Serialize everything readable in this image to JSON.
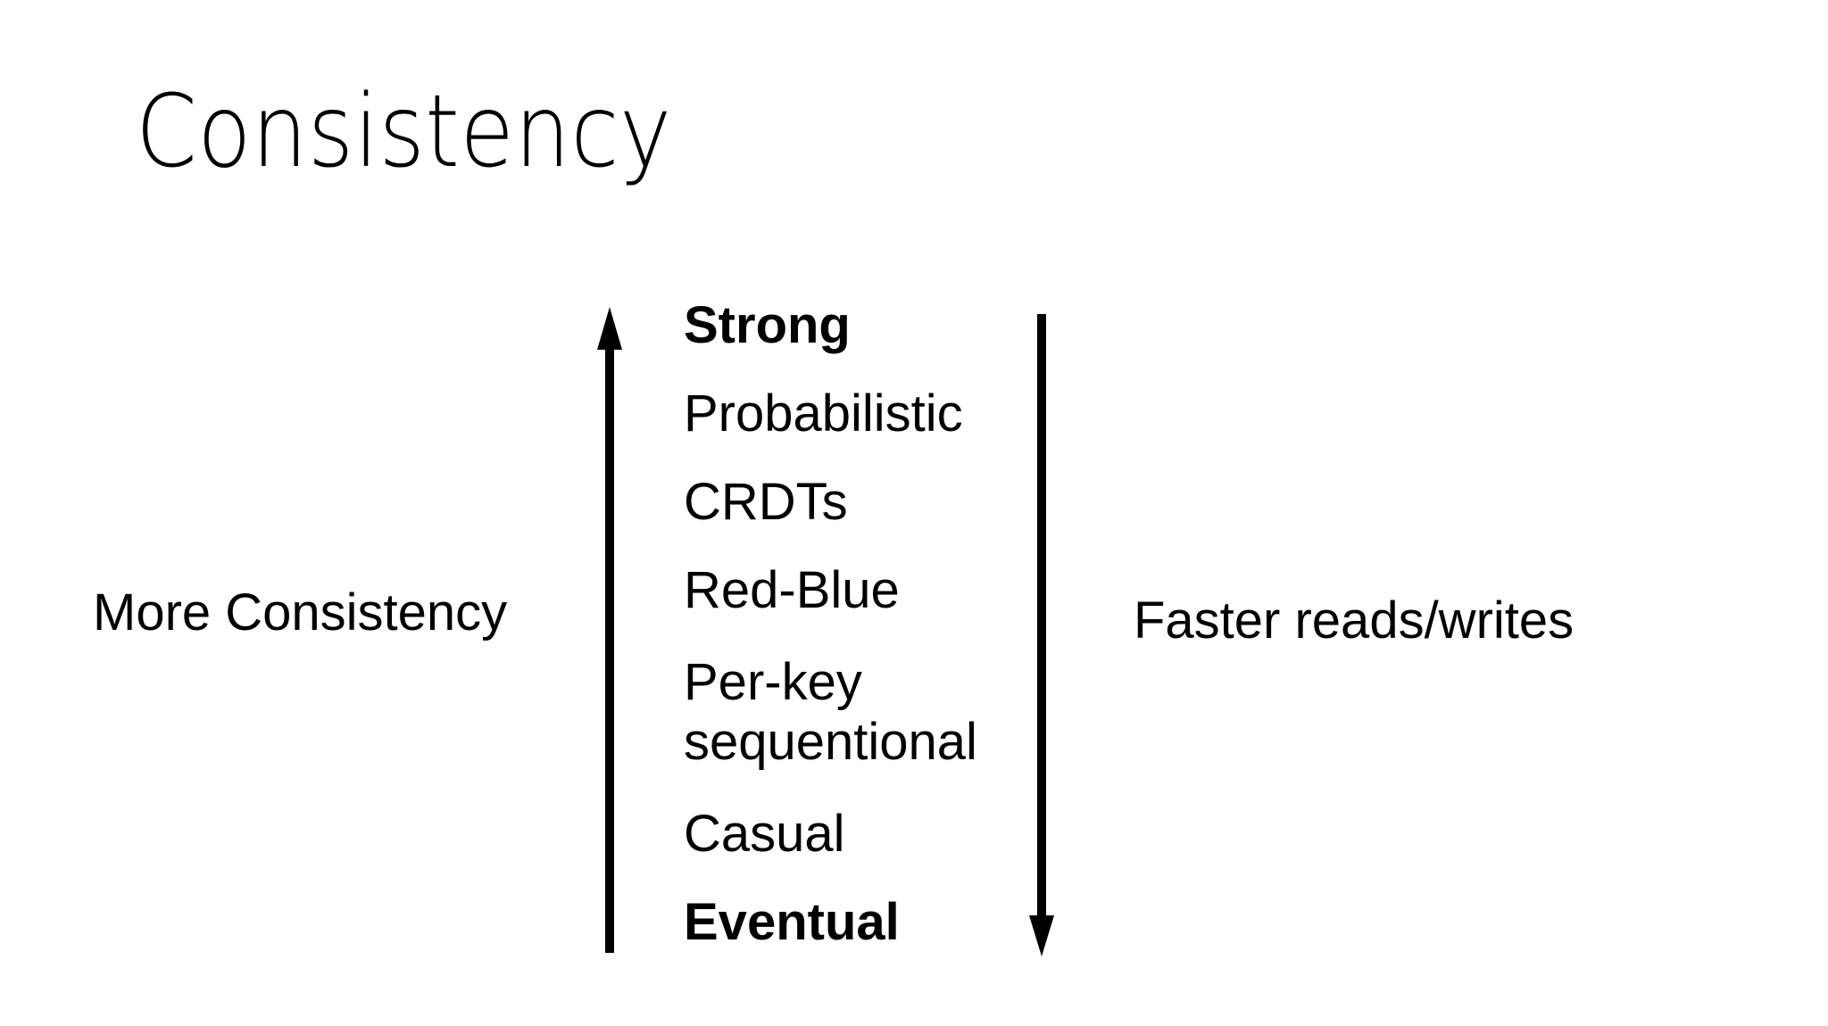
{
  "slide": {
    "title": "Consistency",
    "background_color": "#ffffff",
    "text_color": "#000000"
  },
  "diagram": {
    "left_axis_label": "More Consistency",
    "right_axis_label": "Faster reads/writes",
    "left_arrow": {
      "icon": "arrow-up-icon",
      "direction": "up",
      "color": "#000000"
    },
    "right_arrow": {
      "icon": "arrow-down-icon",
      "direction": "down",
      "color": "#000000"
    },
    "levels": [
      {
        "label": "Strong",
        "emphasis": true
      },
      {
        "label": "Probabilistic",
        "emphasis": false
      },
      {
        "label": "CRDTs",
        "emphasis": false
      },
      {
        "label": "Red-Blue",
        "emphasis": false
      },
      {
        "label": "Per-key\nsequentional",
        "emphasis": false
      },
      {
        "label": "Casual",
        "emphasis": false
      },
      {
        "label": "Eventual",
        "emphasis": true
      }
    ]
  }
}
